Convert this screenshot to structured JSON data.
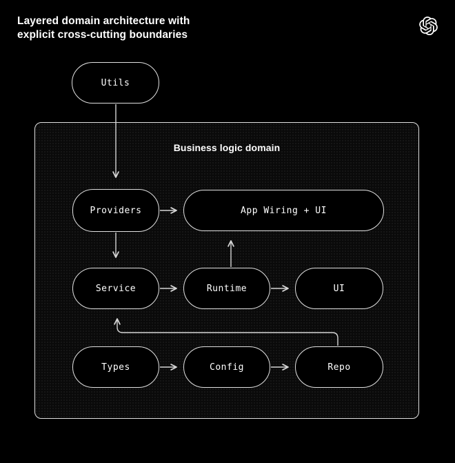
{
  "header": {
    "title_line1": "Layered domain architecture with",
    "title_line2": "explicit cross-cutting boundaries",
    "logo": "openai-logo"
  },
  "diagram": {
    "container_label": "Business logic domain",
    "nodes": {
      "utils": {
        "label": "Utils",
        "inside_domain": false
      },
      "providers": {
        "label": "Providers",
        "inside_domain": true
      },
      "app_wiring": {
        "label": "App Wiring + UI",
        "inside_domain": true
      },
      "service": {
        "label": "Service",
        "inside_domain": true
      },
      "runtime": {
        "label": "Runtime",
        "inside_domain": true
      },
      "ui": {
        "label": "UI",
        "inside_domain": true
      },
      "types": {
        "label": "Types",
        "inside_domain": true
      },
      "config": {
        "label": "Config",
        "inside_domain": true
      },
      "repo": {
        "label": "Repo",
        "inside_domain": true
      }
    },
    "edges": [
      {
        "from": "Utils",
        "to": "Providers"
      },
      {
        "from": "Providers",
        "to": "App Wiring + UI"
      },
      {
        "from": "Providers",
        "to": "Service"
      },
      {
        "from": "Runtime",
        "to": "App Wiring + UI"
      },
      {
        "from": "Service",
        "to": "Runtime"
      },
      {
        "from": "Runtime",
        "to": "UI"
      },
      {
        "from": "Types",
        "to": "Config"
      },
      {
        "from": "Config",
        "to": "Repo"
      },
      {
        "from": "Repo",
        "to": "Service"
      }
    ]
  },
  "colors": {
    "background": "#000000",
    "panel": "#0a0a0a",
    "border": "#e2e2e2",
    "arrow": "#d6d6d6",
    "text": "#ffffff"
  }
}
